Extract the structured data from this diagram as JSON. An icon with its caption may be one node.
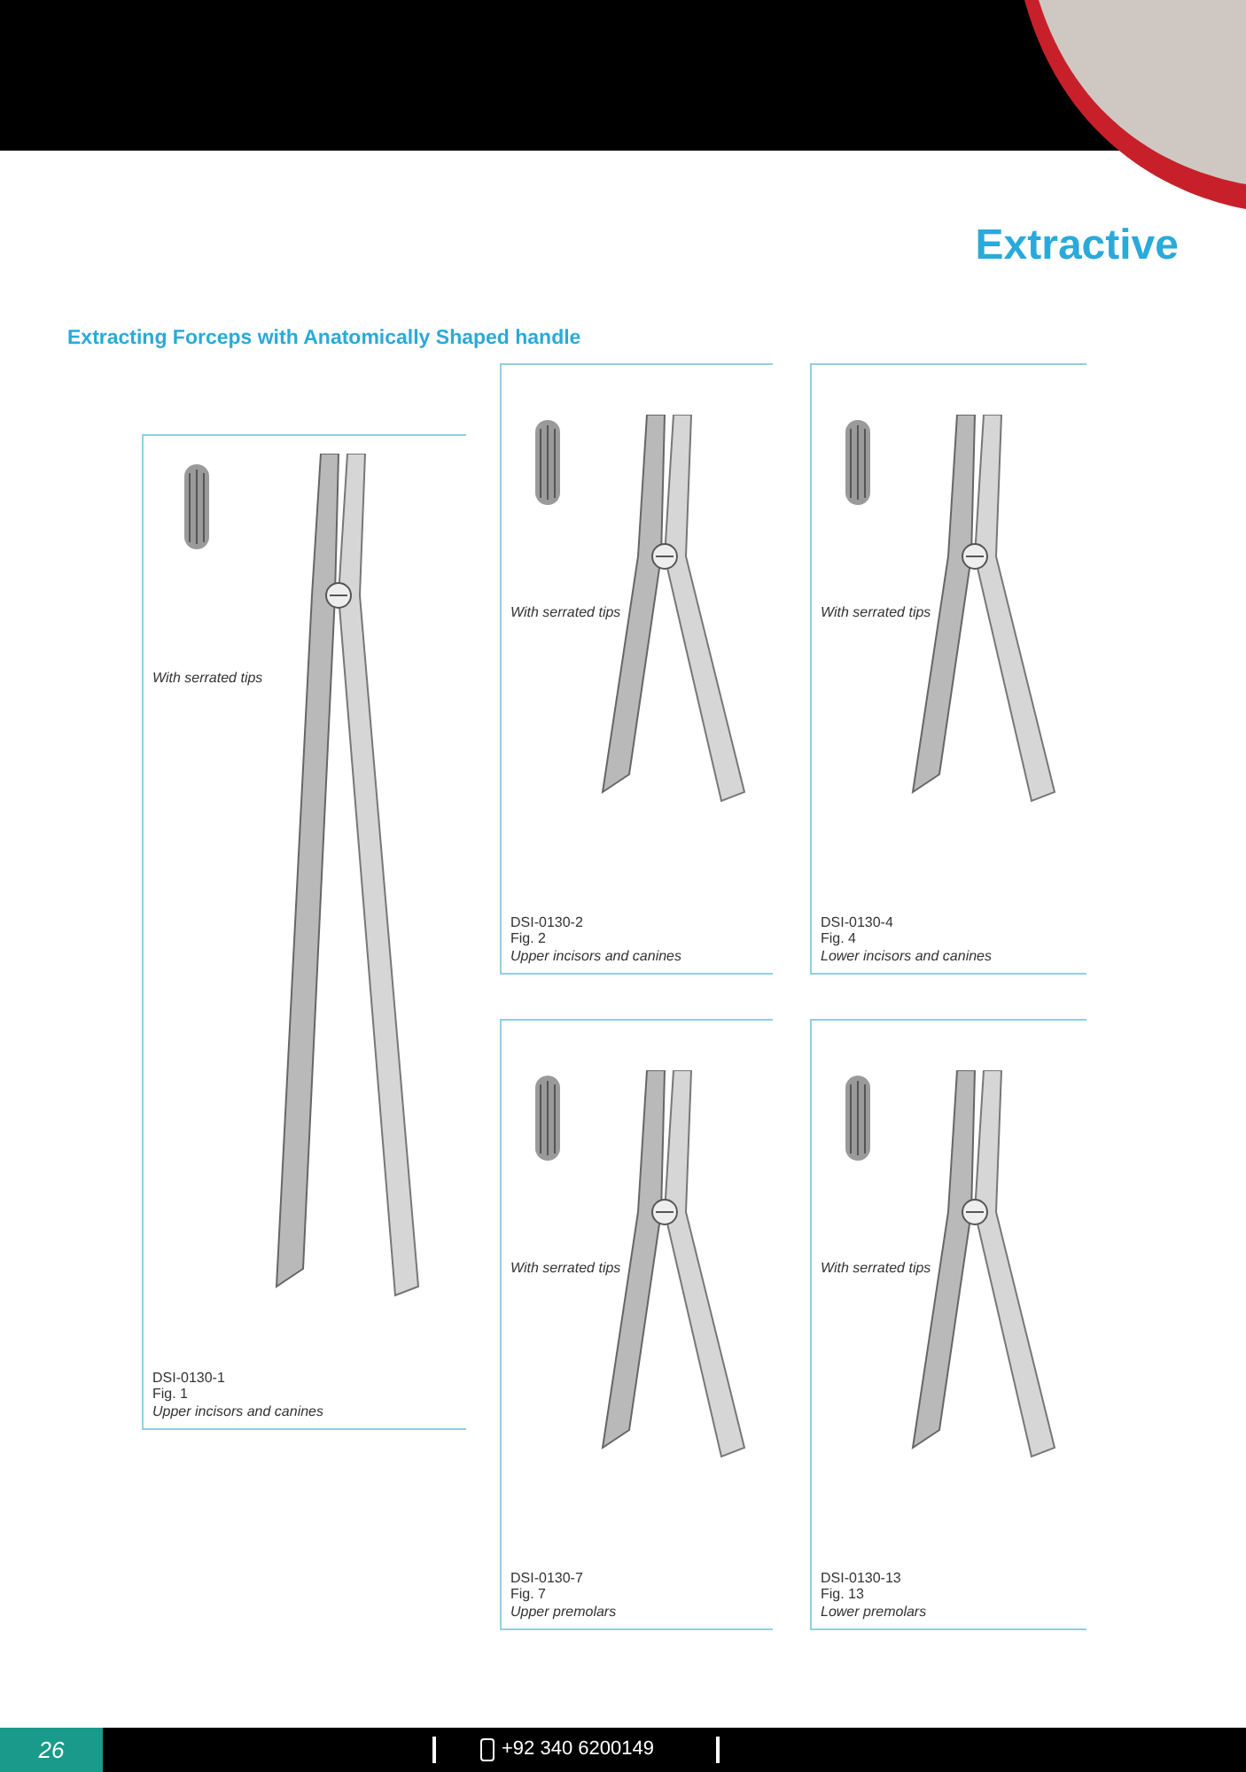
{
  "diagram": {
    "title": "Extractive",
    "nodes": [
      {
        "text": [
          "With serrated tips",
          "DSI-0130-1",
          "Fig. 1",
          "Upper incisors and canines"
        ]
      },
      {
        "text": [
          "With serrated tips",
          "DSI-0130-2",
          "Fig. 2",
          "Upper incisors and canines"
        ]
      },
      {
        "text": [
          "With serrated tips",
          "DSI-0130-4",
          "Fig. 4",
          "Lower incisors and canines"
        ]
      },
      {
        "text": [
          "With serrated tips",
          "DSI-0130-7",
          "Fig. 7",
          "Upper premolars"
        ]
      },
      {
        "text": [
          "With serrated tips",
          "DSI-0130-13",
          "Fig. 13",
          "Lower premolars"
        ]
      }
    ],
    "labels": [
      "Extracting Forceps with Anatomically Shaped handle",
      "26",
      "+92 340 6200149"
    ]
  }
}
